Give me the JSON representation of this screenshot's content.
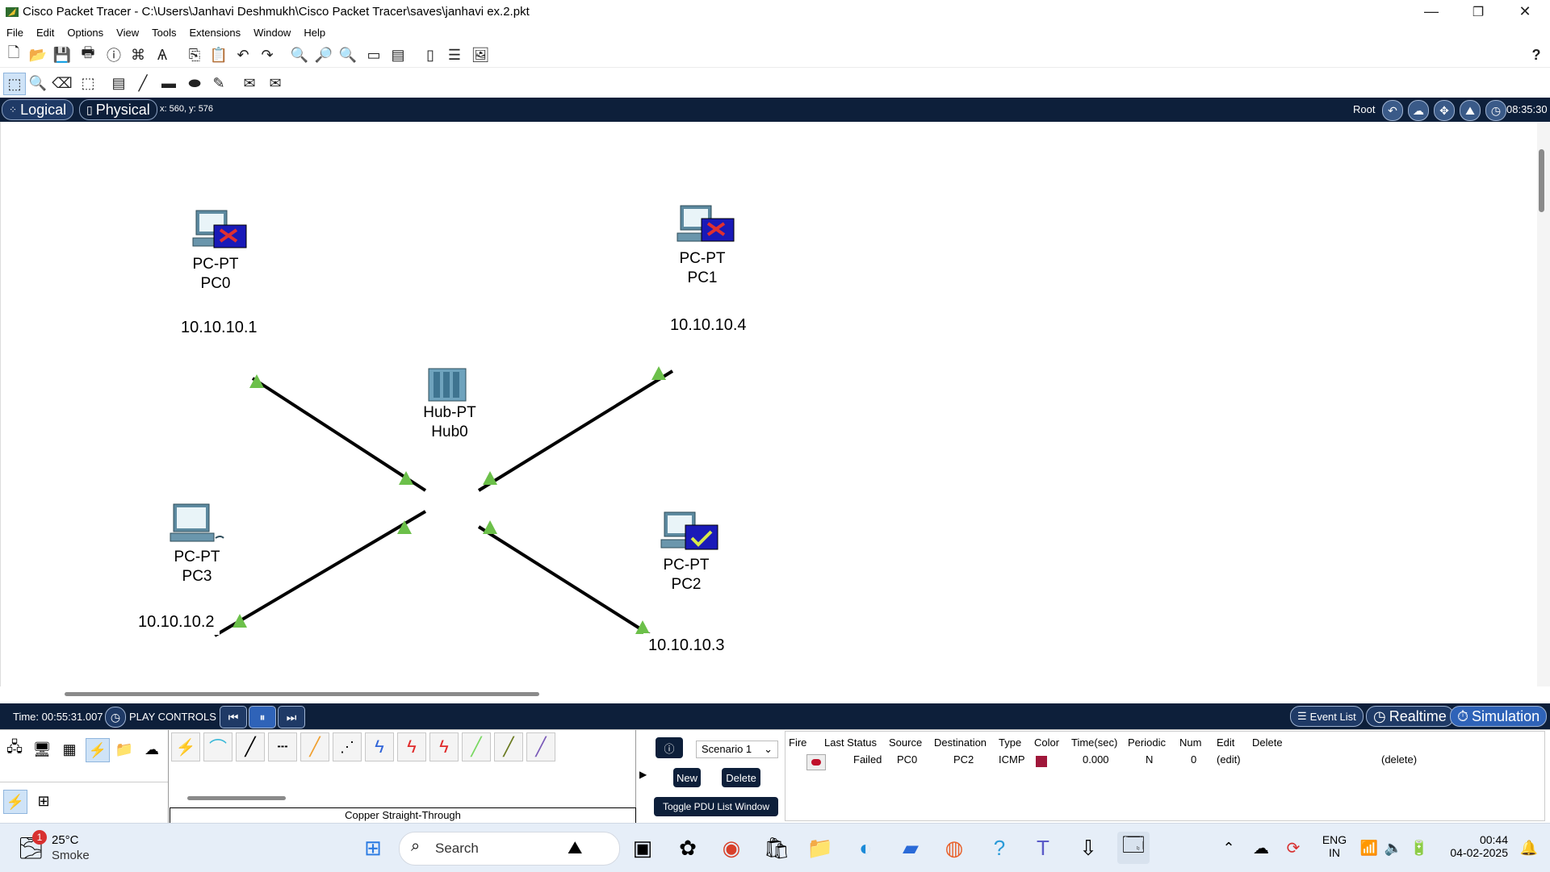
{
  "window": {
    "title": "Cisco Packet Tracer - C:\\Users\\Janhavi Deshmukh\\Cisco Packet Tracer\\saves\\janhavi ex.2.pkt",
    "minimize": "—",
    "maximize": "❐",
    "close": "✕"
  },
  "menu": [
    "File",
    "Edit",
    "Options",
    "View",
    "Tools",
    "Extensions",
    "Window",
    "Help"
  ],
  "toolbar": {
    "help": "?"
  },
  "workspace": {
    "logical_tab": "Logical",
    "physical_tab": "Physical",
    "coords": "x: 560, y: 576",
    "root": "Root",
    "clock": "08:35:30"
  },
  "devices": [
    {
      "type": "PC-PT",
      "name": "PC0",
      "ip": "10.10.10.1",
      "status": "failed"
    },
    {
      "type": "PC-PT",
      "name": "PC1",
      "ip": "10.10.10.4",
      "status": "failed"
    },
    {
      "type": "PC-PT",
      "name": "PC3",
      "ip": "10.10.10.2",
      "status": "none"
    },
    {
      "type": "PC-PT",
      "name": "PC2",
      "ip": "10.10.10.3",
      "status": "success"
    },
    {
      "type": "Hub-PT",
      "name": "Hub0"
    }
  ],
  "simulation": {
    "time": "Time: 00:55:31.007",
    "play_controls": "PLAY CONTROLS",
    "event_list": "Event List",
    "realtime": "Realtime",
    "simulation": "Simulation"
  },
  "bottom": {
    "cable_name": "Copper Straight-Through",
    "scenario": "Scenario 1",
    "new_btn": "New",
    "delete_btn": "Delete",
    "toggle_btn": "Toggle PDU List Window"
  },
  "pdu_table": {
    "headers": [
      "Fire",
      "Last Status",
      "Source",
      "Destination",
      "Type",
      "Color",
      "Time(sec)",
      "Periodic",
      "Num",
      "Edit",
      "Delete"
    ],
    "rows": [
      {
        "last_status": "Failed",
        "source": "PC0",
        "destination": "PC2",
        "type": "ICMP",
        "color": "#a0173a",
        "time": "0.000",
        "periodic": "N",
        "num": "0",
        "edit": "(edit)",
        "delete": "(delete)"
      }
    ]
  },
  "taskbar": {
    "weather_temp": "25°C",
    "weather_desc": "Smoke",
    "weather_badge": "1",
    "search": "Search",
    "lang1": "ENG",
    "lang2": "IN",
    "time": "00:44",
    "date": "04-02-2025"
  },
  "colors": {
    "nav_bg": "#0d1f3a",
    "link_up": "#6cc04a",
    "pdu_failed": "#a0173a"
  }
}
